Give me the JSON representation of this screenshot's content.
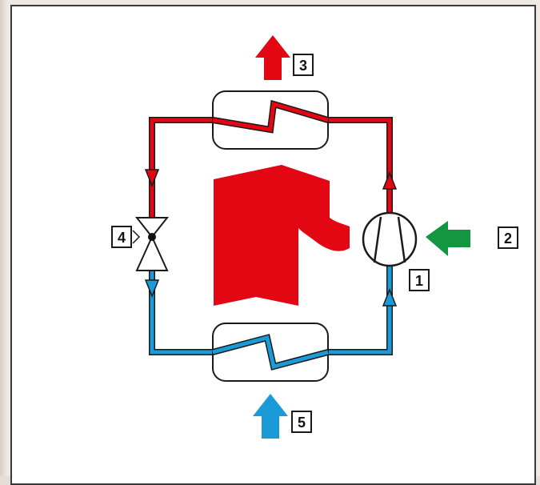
{
  "diagram": {
    "labels": {
      "compressor": "1",
      "energy_input": "2",
      "heat_output": "3",
      "expansion_valve": "4",
      "heat_input": "5"
    },
    "colors": {
      "hot_line": "#e30613",
      "cold_line": "#1a9bd8",
      "energy_arrow": "#139640",
      "house": "#e30613",
      "frame": "#3a3a3a"
    }
  }
}
